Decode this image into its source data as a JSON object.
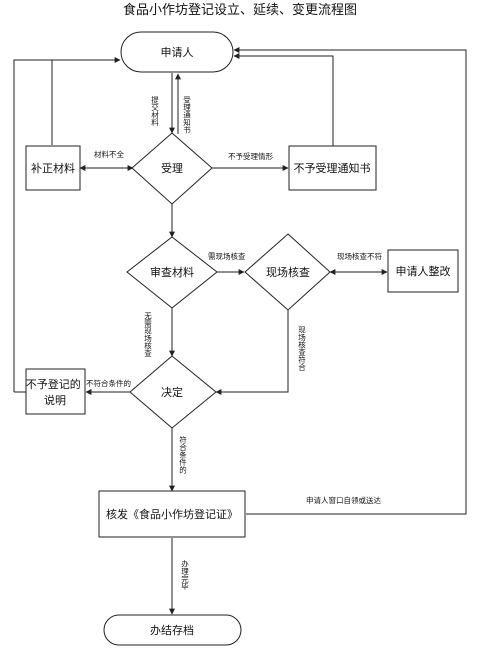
{
  "diagram": {
    "title": "食品小作坊登记设立、延续、变更流程图",
    "nodes": {
      "applicant": "申请人",
      "supplement": "补正材料",
      "accept": "受理",
      "reject_notice": "不予受理通知书",
      "review": "审查材料",
      "site_check": "现场核查",
      "rectify": "申请人整改",
      "decide": "决定",
      "no_reg": "不予登记的说明",
      "issue": "核发《食品小作坊登记证》",
      "archive": "办结存档"
    },
    "edges": {
      "submit": "提交材料",
      "accept_notice": "受理通知书",
      "incomplete": "材料不全",
      "not_accept": "不予受理情形",
      "need_site": "需现场核查",
      "site_fail": "现场核查不符",
      "no_site": "无需现场核查",
      "site_pass": "现场核查符合",
      "not_qualified": "不符合条件的",
      "qualified": "符合条件的",
      "pickup": "申请人窗口自领或送达",
      "done": "办理完毕"
    }
  }
}
